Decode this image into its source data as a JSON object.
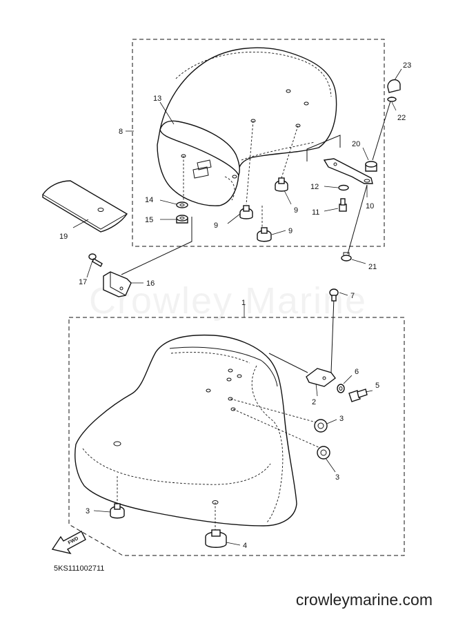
{
  "watermark": "Crowley Marine",
  "diagram_code": "5KS111002711",
  "site_url": "crowleymarine.com",
  "fwd_arrow_label": "FWD",
  "callouts": {
    "c1": "1",
    "c2": "2",
    "c3a": "3",
    "c3b": "3",
    "c3c": "3",
    "c4": "4",
    "c5": "5",
    "c6": "6",
    "c7": "7",
    "c8": "8",
    "c9a": "9",
    "c9b": "9",
    "c9c": "9",
    "c10": "10",
    "c11": "11",
    "c12": "12",
    "c13": "13",
    "c14": "14",
    "c15": "15",
    "c16": "16",
    "c17": "17",
    "c19": "19",
    "c20": "20",
    "c21": "21",
    "c22": "22",
    "c23": "23"
  }
}
